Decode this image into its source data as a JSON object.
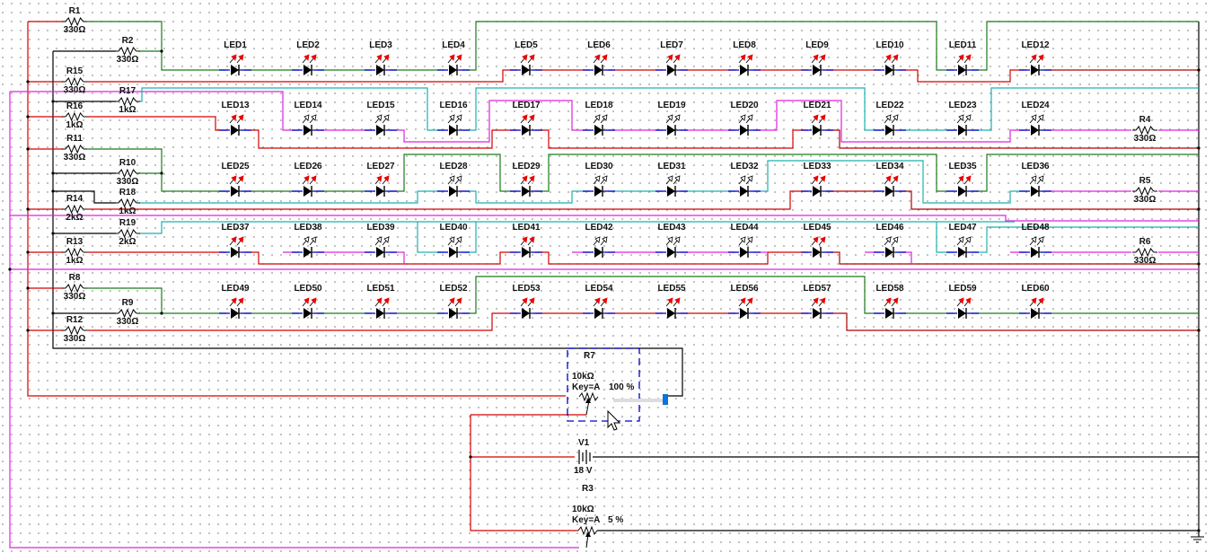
{
  "colors": {
    "wire_red": "#d40000",
    "wire_darkred": "#b00000",
    "wire_green": "#1a7a1a",
    "wire_cyan": "#1bb0b0",
    "wire_magenta": "#e020e0",
    "wire_black": "#000000",
    "led_pin": "#0000cc",
    "led_lit": "#ee0000",
    "selection": "#0000cc",
    "slider": "#0a74da"
  },
  "leds": [
    {
      "label": "LED1",
      "lit": true
    },
    {
      "label": "LED2",
      "lit": true
    },
    {
      "label": "LED3",
      "lit": true
    },
    {
      "label": "LED4",
      "lit": true
    },
    {
      "label": "LED5",
      "lit": true
    },
    {
      "label": "LED6",
      "lit": true
    },
    {
      "label": "LED7",
      "lit": true
    },
    {
      "label": "LED8",
      "lit": true
    },
    {
      "label": "LED9",
      "lit": true
    },
    {
      "label": "LED10",
      "lit": true
    },
    {
      "label": "LED11",
      "lit": true
    },
    {
      "label": "LED12",
      "lit": true
    },
    {
      "label": "LED13",
      "lit": true
    },
    {
      "label": "LED14",
      "lit": false
    },
    {
      "label": "LED15",
      "lit": false
    },
    {
      "label": "LED16",
      "lit": false
    },
    {
      "label": "LED17",
      "lit": true
    },
    {
      "label": "LED18",
      "lit": false
    },
    {
      "label": "LED19",
      "lit": false
    },
    {
      "label": "LED20",
      "lit": false
    },
    {
      "label": "LED21",
      "lit": true
    },
    {
      "label": "LED22",
      "lit": false
    },
    {
      "label": "LED23",
      "lit": false
    },
    {
      "label": "LED24",
      "lit": false
    },
    {
      "label": "LED25",
      "lit": true
    },
    {
      "label": "LED26",
      "lit": true
    },
    {
      "label": "LED27",
      "lit": true
    },
    {
      "label": "LED28",
      "lit": false
    },
    {
      "label": "LED29",
      "lit": true
    },
    {
      "label": "LED30",
      "lit": false
    },
    {
      "label": "LED31",
      "lit": false
    },
    {
      "label": "LED32",
      "lit": false
    },
    {
      "label": "LED33",
      "lit": true
    },
    {
      "label": "LED34",
      "lit": true
    },
    {
      "label": "LED35",
      "lit": true
    },
    {
      "label": "LED36",
      "lit": false
    },
    {
      "label": "LED37",
      "lit": true
    },
    {
      "label": "LED38",
      "lit": false
    },
    {
      "label": "LED39",
      "lit": false
    },
    {
      "label": "LED40",
      "lit": false
    },
    {
      "label": "LED41",
      "lit": true
    },
    {
      "label": "LED42",
      "lit": false
    },
    {
      "label": "LED43",
      "lit": false
    },
    {
      "label": "LED44",
      "lit": false
    },
    {
      "label": "LED45",
      "lit": true
    },
    {
      "label": "LED46",
      "lit": false
    },
    {
      "label": "LED47",
      "lit": false
    },
    {
      "label": "LED48",
      "lit": false
    },
    {
      "label": "LED49",
      "lit": true
    },
    {
      "label": "LED50",
      "lit": true
    },
    {
      "label": "LED51",
      "lit": true
    },
    {
      "label": "LED52",
      "lit": true
    },
    {
      "label": "LED53",
      "lit": true
    },
    {
      "label": "LED54",
      "lit": true
    },
    {
      "label": "LED55",
      "lit": true
    },
    {
      "label": "LED56",
      "lit": true
    },
    {
      "label": "LED57",
      "lit": true
    },
    {
      "label": "LED58",
      "lit": true
    },
    {
      "label": "LED59",
      "lit": true
    },
    {
      "label": "LED60",
      "lit": true
    }
  ],
  "resistors": [
    {
      "ref": "R1",
      "value": "330Ω"
    },
    {
      "ref": "R2",
      "value": "330Ω"
    },
    {
      "ref": "R15",
      "value": "330Ω"
    },
    {
      "ref": "R17",
      "value": "1kΩ"
    },
    {
      "ref": "R16",
      "value": "1kΩ"
    },
    {
      "ref": "R11",
      "value": "330Ω"
    },
    {
      "ref": "R10",
      "value": "330Ω"
    },
    {
      "ref": "R14",
      "value": "2kΩ"
    },
    {
      "ref": "R18",
      "value": "1kΩ"
    },
    {
      "ref": "R19",
      "value": "2kΩ"
    },
    {
      "ref": "R13",
      "value": "1kΩ"
    },
    {
      "ref": "R8",
      "value": "330Ω"
    },
    {
      "ref": "R9",
      "value": "330Ω"
    },
    {
      "ref": "R12",
      "value": "330Ω"
    },
    {
      "ref": "R4",
      "value": "330Ω"
    },
    {
      "ref": "R5",
      "value": "330Ω"
    },
    {
      "ref": "R6",
      "value": "330Ω"
    }
  ],
  "potentiometers": [
    {
      "ref": "R7",
      "value": "10kΩ",
      "key": "Key=A",
      "setting": "100 %",
      "setting_fraction": 1.0,
      "selected": true
    },
    {
      "ref": "R3",
      "value": "10kΩ",
      "key": "Key=A",
      "setting": "5 %",
      "setting_fraction": 0.05,
      "selected": false
    }
  ],
  "battery": {
    "ref": "V1",
    "value": "18 V"
  }
}
